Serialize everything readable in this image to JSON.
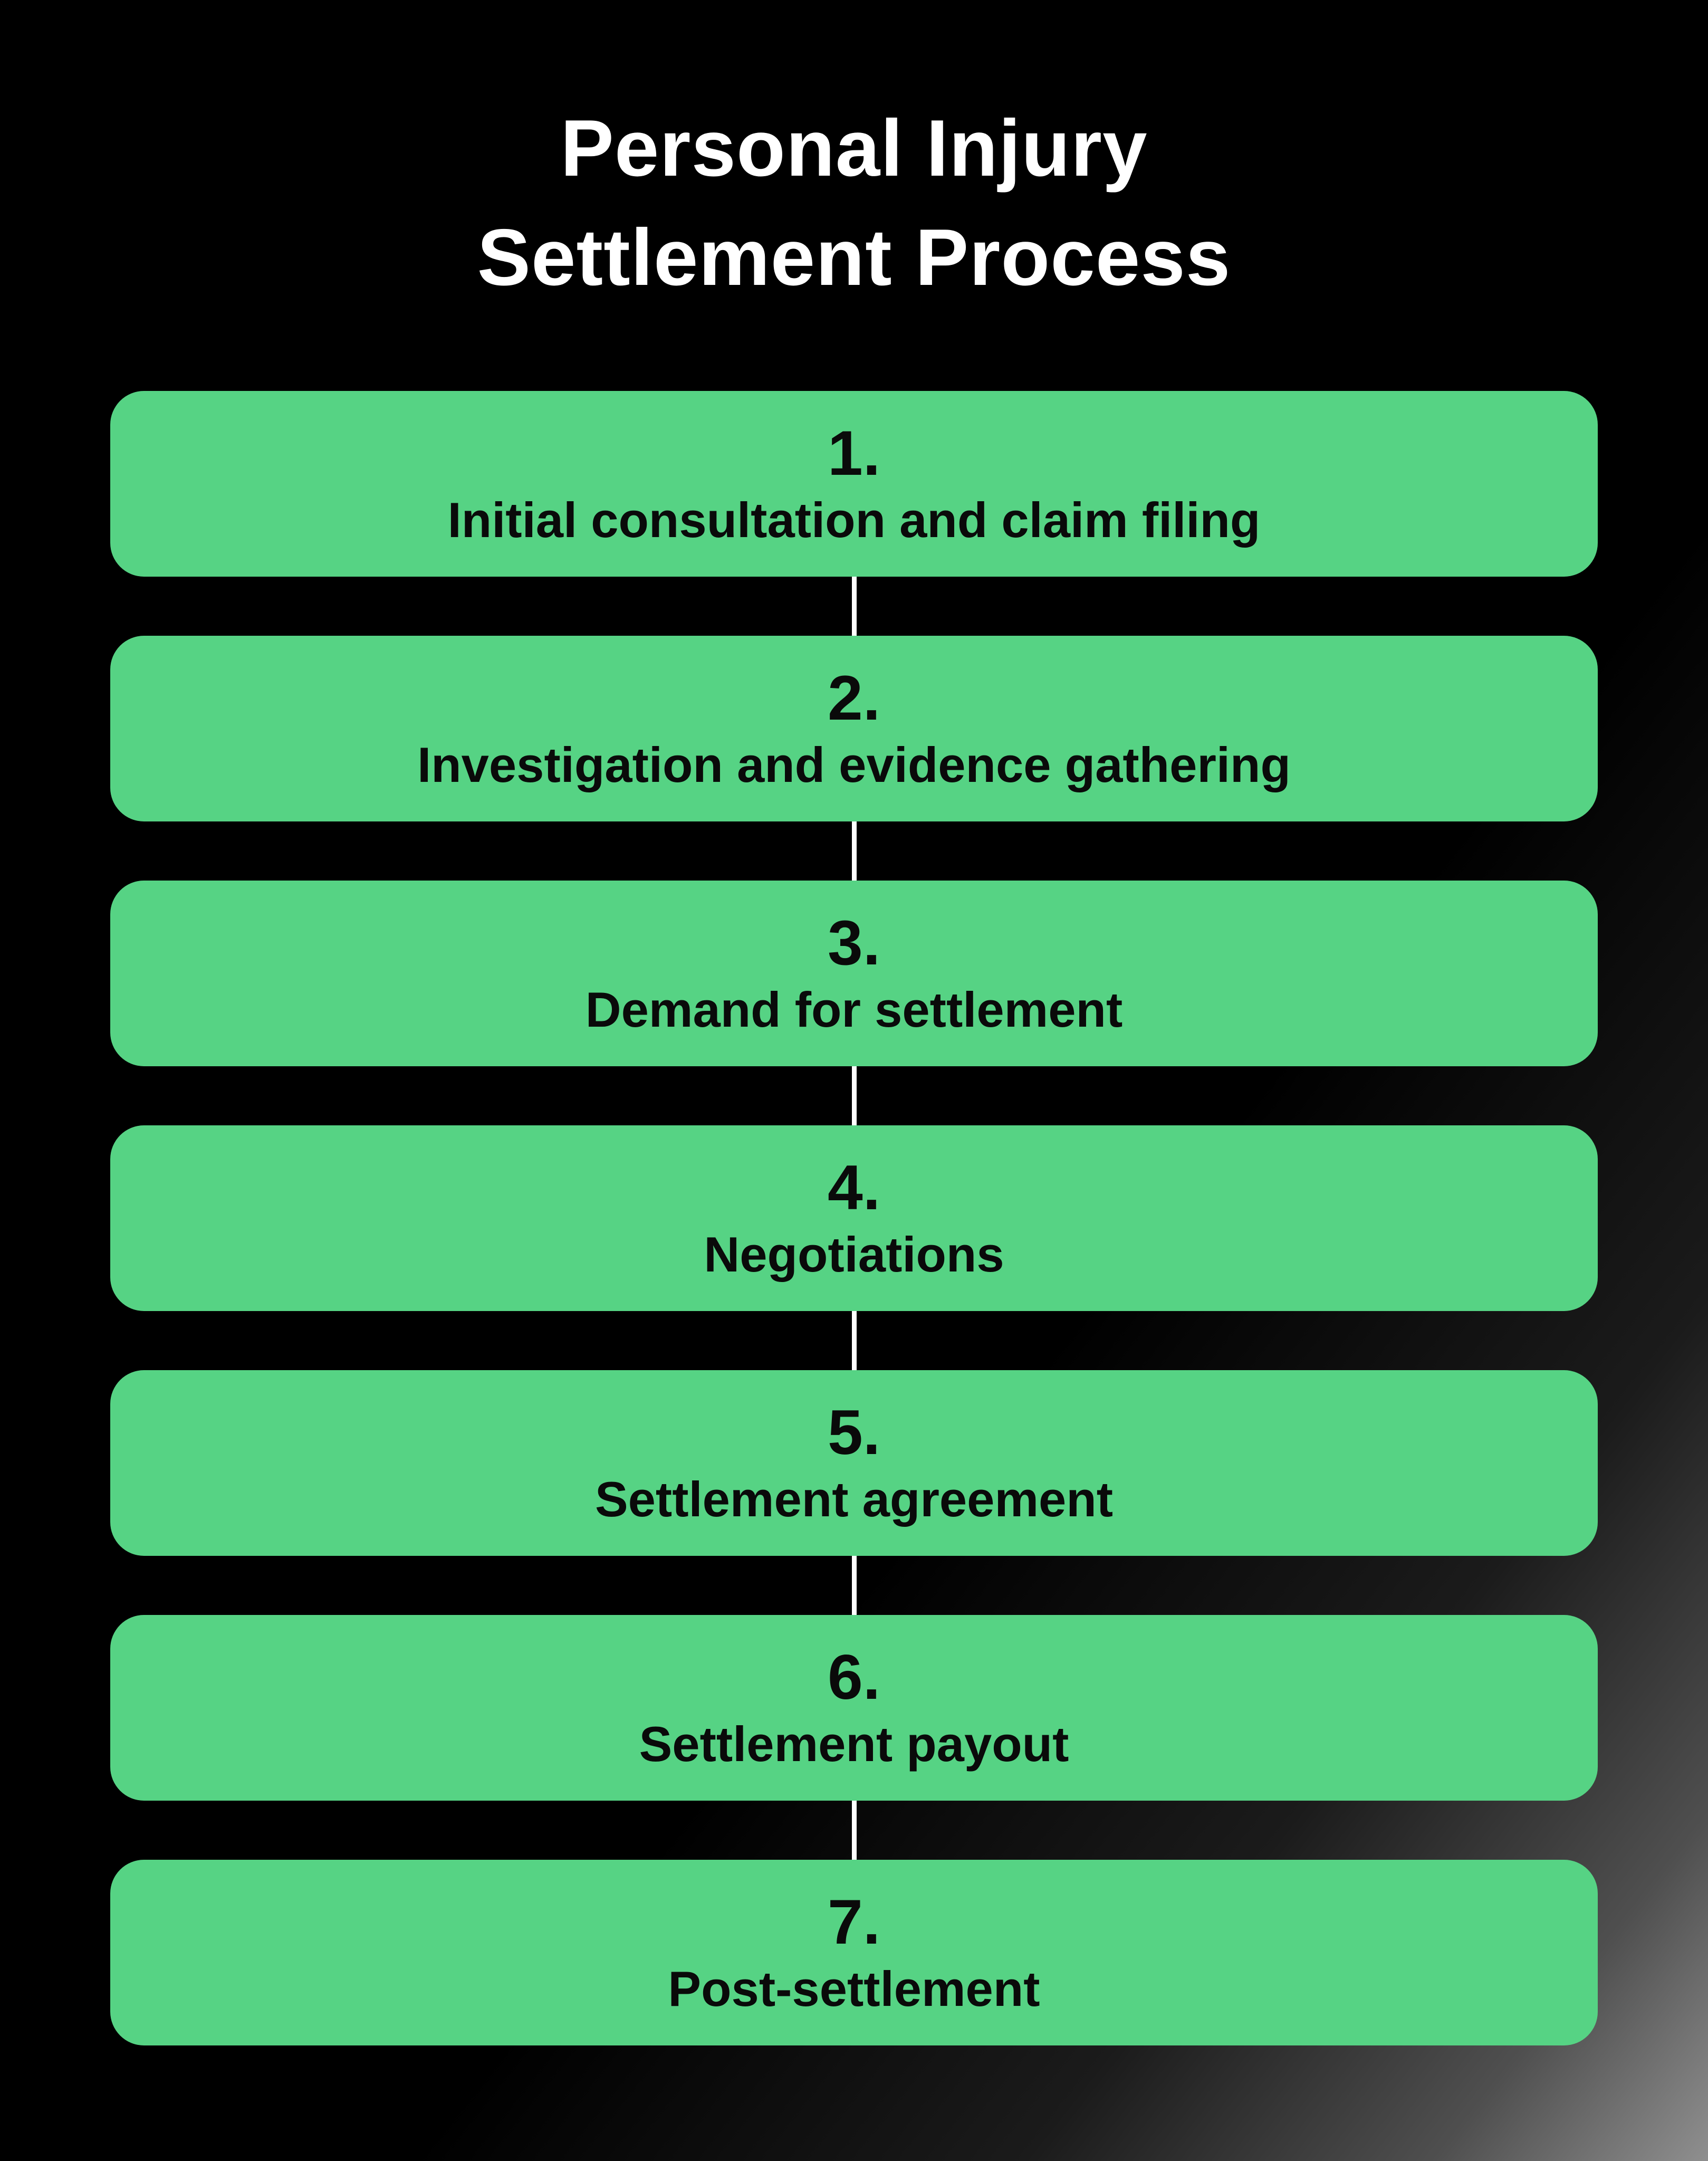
{
  "title": {
    "lines": [
      "Personal Injury",
      "Settlement Process"
    ]
  },
  "steps": [
    {
      "number": "1.",
      "label": "Initial consultation and claim filing"
    },
    {
      "number": "2.",
      "label": "Investigation and evidence gathering"
    },
    {
      "number": "3.",
      "label": "Demand for settlement"
    },
    {
      "number": "4.",
      "label": "Negotiations"
    },
    {
      "number": "5.",
      "label": "Settlement agreement"
    },
    {
      "number": "6.",
      "label": "Settlement payout"
    },
    {
      "number": "7.",
      "label": "Post-settlement"
    }
  ],
  "colors": {
    "box_green": "#56d384",
    "box_text": "#0a0a0a",
    "title_white": "#ffffff",
    "connector_white": "#ffffff",
    "background_black": "#000000",
    "background_corner_gray": "#8f8f8f"
  }
}
